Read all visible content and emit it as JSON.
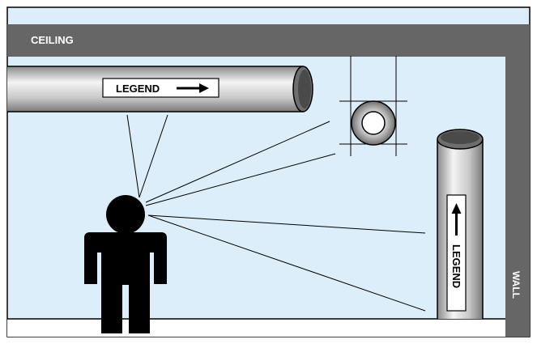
{
  "labels": {
    "ceiling": "CEILING",
    "wall": "WALL",
    "horizontal_pipe_legend": "LEGEND",
    "vertical_pipe_legend": "LEGEND"
  },
  "colors": {
    "background": "#dbeefa",
    "structure": "#666666",
    "pipe_dark": "#8c8c8c",
    "pipe_light": "#f2f2f2",
    "ink": "#000000",
    "label_bg": "#ffffff"
  },
  "icons": {
    "observer": "person-silhouette-icon",
    "flow_right": "arrow-right-icon",
    "flow_up": "arrow-up-icon"
  }
}
